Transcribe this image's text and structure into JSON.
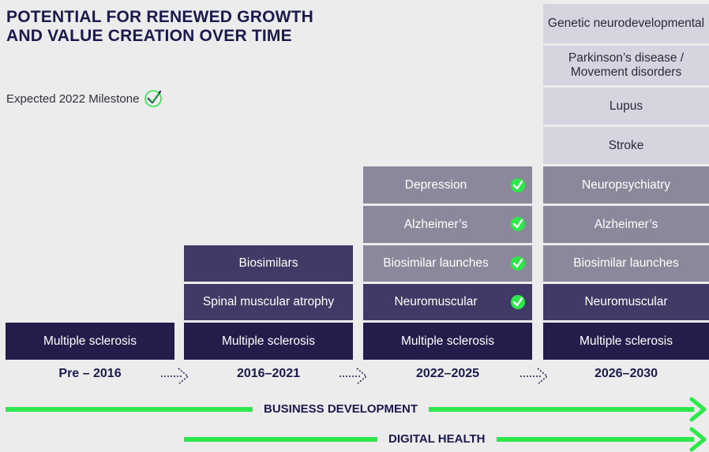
{
  "title_line1": "POTENTIAL FOR RENEWED GROWTH",
  "title_line2": "AND VALUE CREATION OVER TIME",
  "legend_text": "Expected 2022 Milestone",
  "colors": {
    "dark": "#221d4b",
    "mid": "#3f3a66",
    "grey": "#8b889c",
    "light": "#d6d4df",
    "accent": "#2ce84a"
  },
  "columns": [
    {
      "period": "Pre – 2016",
      "items": [
        "Multiple sclerosis"
      ]
    },
    {
      "period": "2016–2021",
      "items": [
        "Multiple sclerosis",
        "Spinal muscular atrophy",
        "Biosimilars"
      ]
    },
    {
      "period": "2022–2025",
      "items": [
        "Multiple sclerosis",
        "Neuromuscular",
        "Biosimilar launches",
        "Alzheimer’s",
        "Depression"
      ],
      "milestones": [
        "Neuromuscular",
        "Biosimilar launches",
        "Alzheimer’s",
        "Depression"
      ]
    },
    {
      "period": "2026–2030",
      "items": [
        "Multiple sclerosis",
        "Neuromuscular",
        "Biosimilar launches",
        "Alzheimer’s",
        "Neuropsychiatry",
        "Stroke",
        "Lupus",
        "Parkinson’s disease / Movement disorders",
        "Genetic neurodevelopmental"
      ]
    }
  ],
  "bars": {
    "business": "BUSINESS DEVELOPMENT",
    "digital": "DIGITAL HEALTH"
  }
}
